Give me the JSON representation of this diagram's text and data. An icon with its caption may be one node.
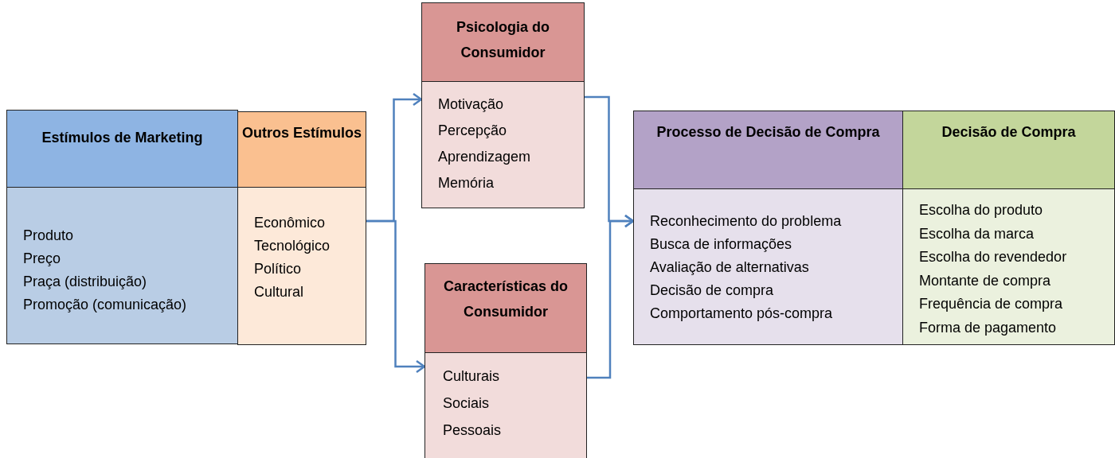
{
  "diagram": {
    "nodes": [
      {
        "text": [
          "Estímulos de Marketing",
          "Produto",
          "Preço",
          "Praça (distribuição)",
          "Promoção (comunicação)"
        ]
      },
      {
        "text": [
          "Outros Estímulos",
          "Econômico",
          "Tecnológico",
          "Político",
          "Cultural"
        ]
      },
      {
        "text": [
          "Psicologia do Consumidor",
          "Motivação",
          "Percepção",
          "Aprendizagem",
          "Memória"
        ]
      },
      {
        "text": [
          "Características do Consumidor",
          "Culturais",
          "Sociais",
          "Pessoais"
        ]
      },
      {
        "text": [
          "Processo de Decisão de Compra",
          "Reconhecimento do problema",
          "Busca de informações",
          "Avaliação de alternativas",
          "Decisão de compra",
          "Comportamento pós-compra"
        ]
      },
      {
        "text": [
          "Decisão de Compra",
          "Escolha do produto",
          "Escolha da marca",
          "Escolha do revendedor",
          "Montante de compra",
          "Frequência de compra",
          "Forma de pagamento"
        ]
      }
    ],
    "edges": [
      {
        "from": 1,
        "to": 2,
        "arrow": "to"
      },
      {
        "from": 1,
        "to": 3,
        "arrow": "to"
      },
      {
        "from": 2,
        "to": 4,
        "arrow": "to"
      },
      {
        "from": 3,
        "to": 4,
        "arrow": "to"
      }
    ]
  }
}
